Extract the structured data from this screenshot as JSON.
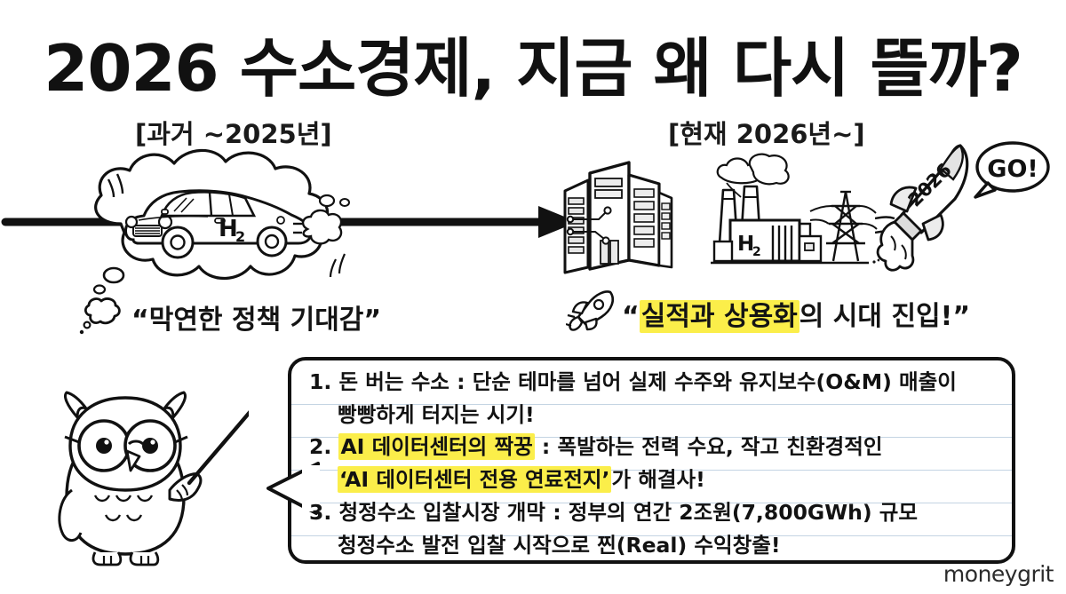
{
  "header": {
    "title": "2026 수소경제, 지금 왜 다시 뜰까?"
  },
  "sections": {
    "past": {
      "label": "[과거 ~2025년]",
      "caption_prefix": "“",
      "caption_text": "막연한 정책 기대감",
      "caption_suffix": "”",
      "illustration": "thought-cloud-hydrogen-car",
      "car_badge": "H₂"
    },
    "present": {
      "label": "[현재 2026년~]",
      "caption_prefix": "“",
      "caption_hl": "실적과 상용화",
      "caption_rest": "의 시대 진입!",
      "caption_suffix": "”",
      "illustration": "datacenter-hydrogen-plant-powerline-rocket",
      "plant_badge": "H₂",
      "rocket_year": "2026",
      "rocket_bubble": "GO!"
    }
  },
  "arrow": {
    "direction": "right",
    "label": "past-to-present-arrow"
  },
  "bubble": {
    "speaker": "owl-professor",
    "items": [
      {
        "number": "1.",
        "line1_plain": "돈 버는 수소 : 단순 테마를 넘어 실제 수주와 유지보수(O&M) 매출이",
        "line2_plain": "빵빵하게 터지는 시기!",
        "line1_highlight": "",
        "line2_highlight": ""
      },
      {
        "number": "2.",
        "line1_highlight": "AI 데이터센터의 짝꿍",
        "line1_plain": " : 폭발하는 전력 수요, 작고 친환경적인",
        "line2_highlight": "‘AI 데이터센터 전용 연료전지’",
        "line2_plain": "가 해결사!"
      },
      {
        "number": "3.",
        "line1_plain": "청정수소 입찰시장 개막 : 정부의 연간 2조원(7,800GWh) 규모",
        "line2_plain": "청정수소 발전 입찰 시작으로 찐(Real) 수익창출!",
        "line1_highlight": "",
        "line2_highlight": ""
      }
    ]
  },
  "watermark": {
    "text": "moneygrit"
  },
  "colors": {
    "ink": "#111111",
    "highlight_yellow": "#fbee4a",
    "rule_blue": "#c4d4e3",
    "background": "#ffffff"
  }
}
